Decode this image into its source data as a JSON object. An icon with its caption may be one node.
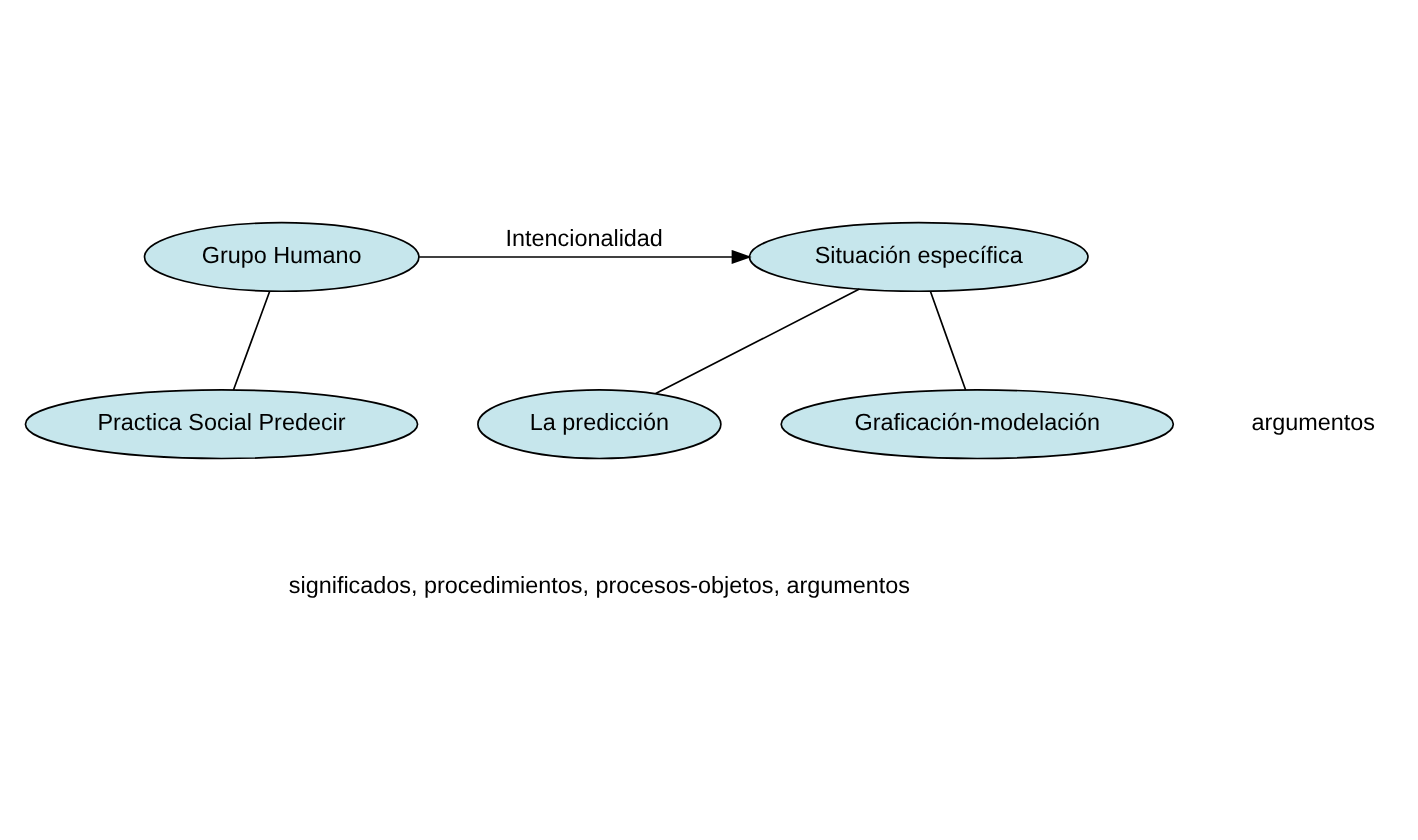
{
  "diagram": {
    "nodes": [
      {
        "text": [
          "Grupo Humano"
        ]
      },
      {
        "text": [
          "Practica Social Predecir"
        ]
      },
      {
        "text": [
          "Situación específica"
        ]
      },
      {
        "text": [
          "La predicción"
        ]
      },
      {
        "text": [
          "Graficación-modelación"
        ]
      }
    ],
    "edges": [
      {
        "from": 0,
        "to": 1,
        "arrow": "none"
      },
      {
        "from": 0,
        "to": 2,
        "arrow": "to",
        "label": "Intencionalidad"
      },
      {
        "from": 2,
        "to": 3,
        "arrow": "none"
      },
      {
        "from": 2,
        "to": 4,
        "arrow": "none"
      }
    ],
    "labels": [
      "argumentos",
      "significados, procedimientos, procesos-objetos, argumentos"
    ]
  }
}
